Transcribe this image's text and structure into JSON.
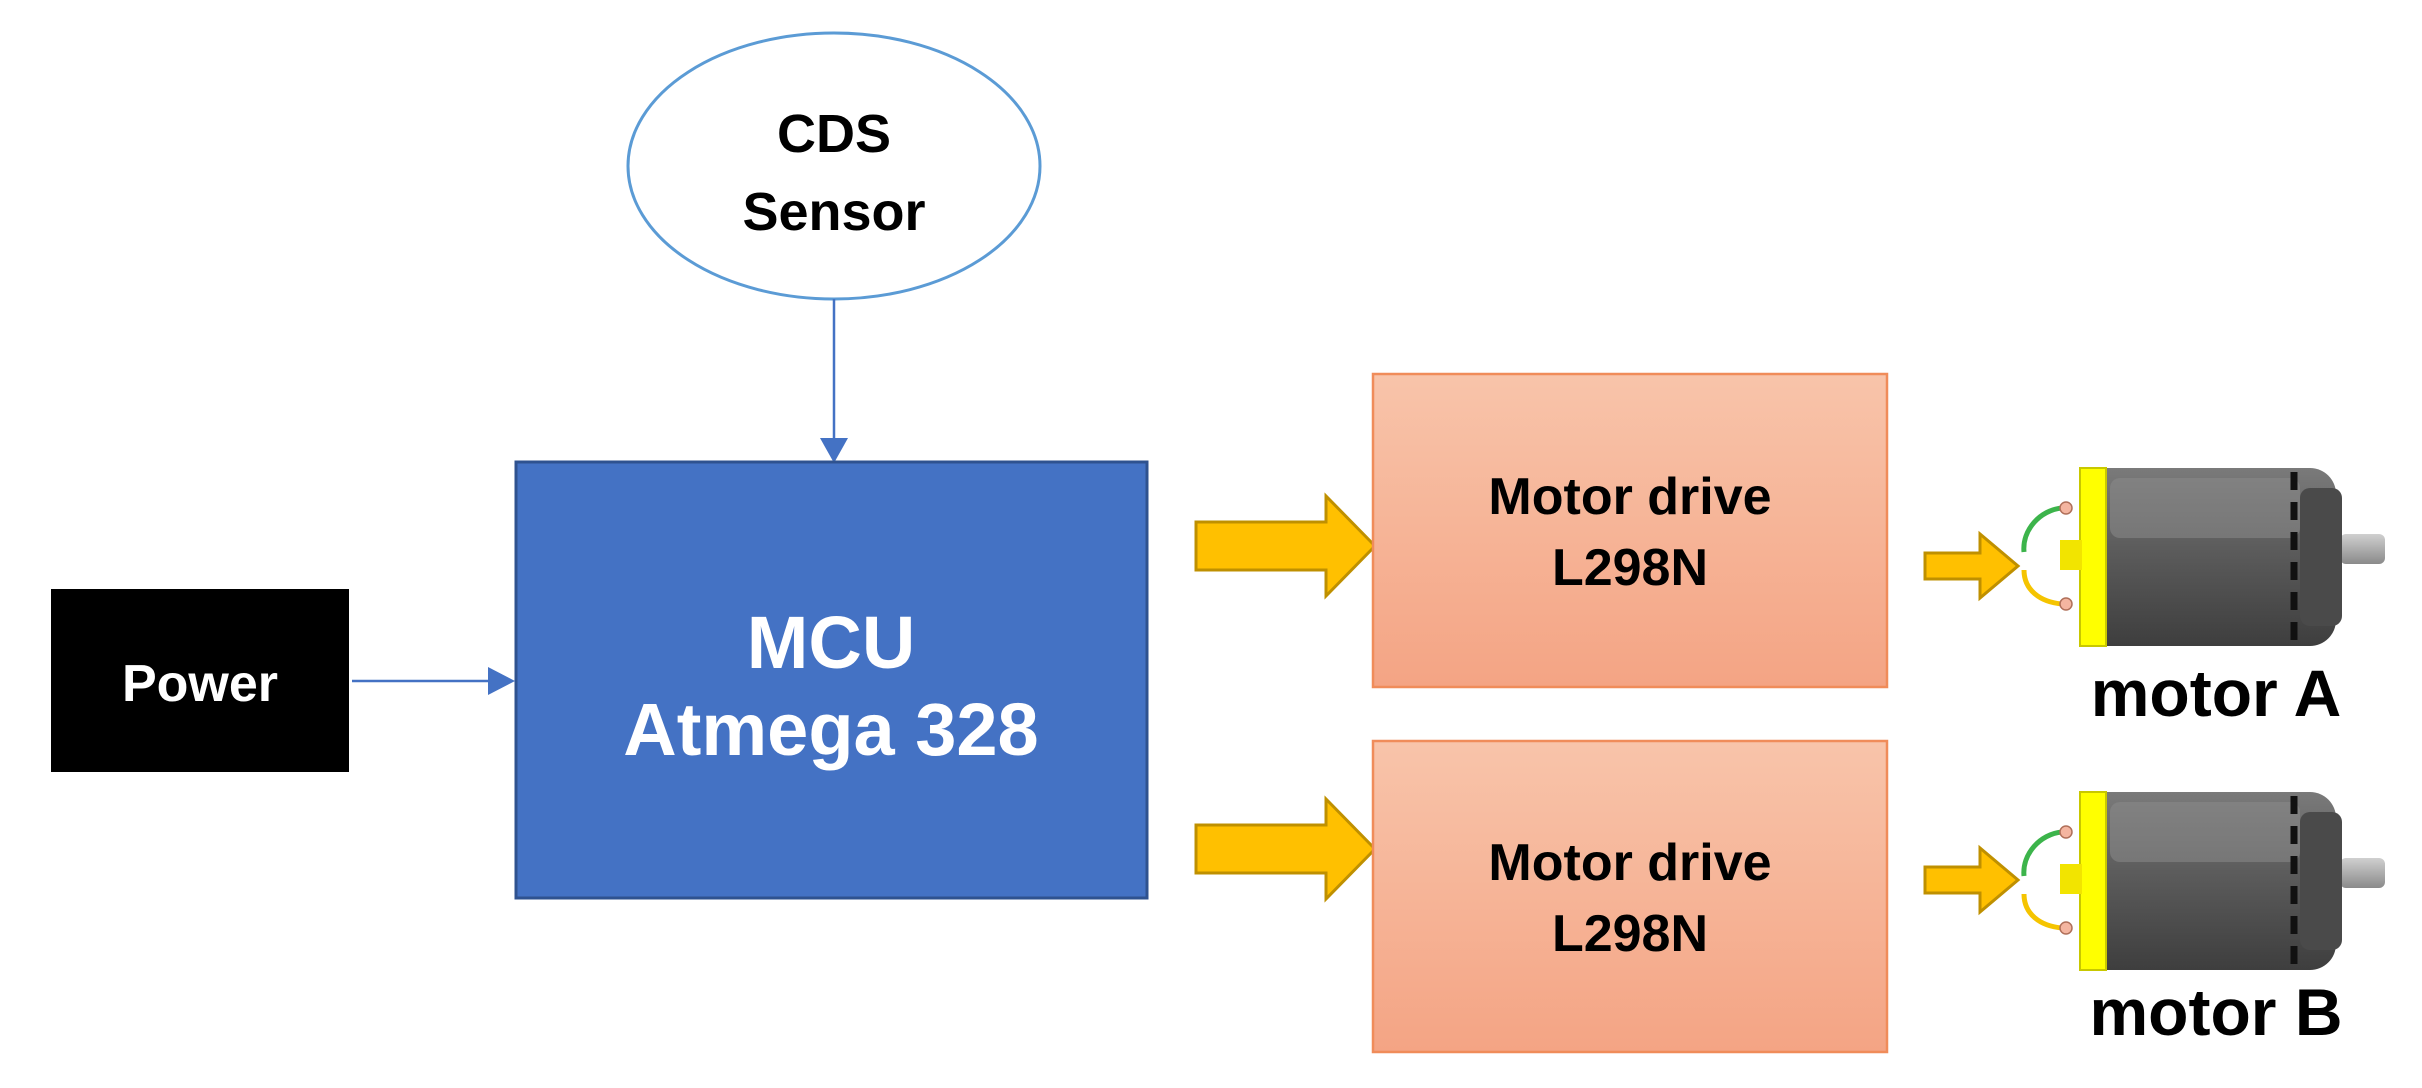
{
  "sensor": {
    "line1": "CDS",
    "line2": "Sensor"
  },
  "power": {
    "label": "Power"
  },
  "mcu": {
    "line1": "MCU",
    "line2": "Atmega 328"
  },
  "drivers": [
    {
      "line1": "Motor drive",
      "line2": "L298N"
    },
    {
      "line1": "Motor drive",
      "line2": "L298N"
    }
  ],
  "motors": [
    {
      "label": "motor A"
    },
    {
      "label": "motor B"
    }
  ],
  "colors": {
    "mcu_fill": "#4472c4",
    "mcu_border": "#2f528f",
    "sensor_border": "#5b9bd5",
    "connector_line": "#4472c4",
    "driver_fill_top": "#f7c2a8",
    "driver_fill_bottom": "#f4a582",
    "driver_border": "#f08c5a",
    "block_arrow_fill": "#ffc000",
    "block_arrow_border": "#bf9000",
    "power_fill": "#000000",
    "motor_body": "#595959",
    "motor_cap": "#ffff00"
  }
}
